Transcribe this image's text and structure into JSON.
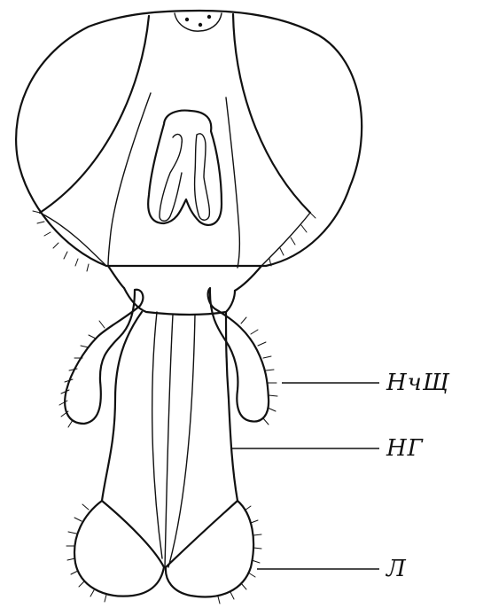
{
  "labels": {
    "label_top": "НчЩ",
    "label_middle": "НГ",
    "label_bottom": "Л"
  },
  "colors": {
    "ink": "#111111",
    "background": "#ffffff"
  }
}
